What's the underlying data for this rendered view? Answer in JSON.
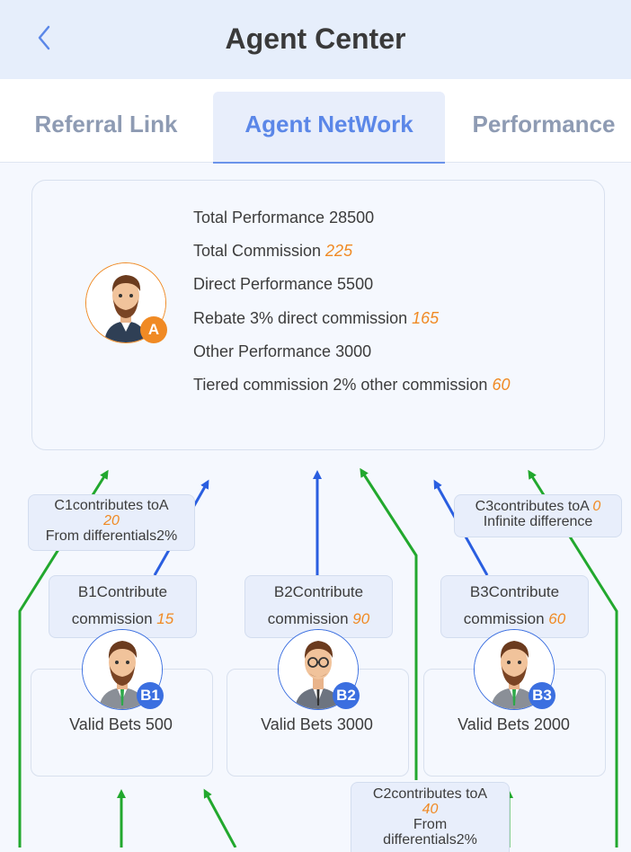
{
  "header": {
    "title": "Agent Center"
  },
  "tabs": [
    {
      "label": "Referral Link"
    },
    {
      "label": "Agent NetWork"
    },
    {
      "label": "Performance"
    }
  ],
  "agent_a": {
    "badge": "A",
    "total_performance": "Total Performance 28500",
    "total_commission_label": "Total Commission ",
    "total_commission_value": "225",
    "direct_performance": "Direct Performance 5500",
    "rebate_label": "Rebate 3% direct commission ",
    "rebate_value": "165",
    "other_performance": "Other Performance 3000",
    "tiered_label": "Tiered commission 2% other commission ",
    "tiered_value": "60"
  },
  "c1": {
    "line1": "C1contributes toA",
    "value": "20",
    "line3": "From differentials2%"
  },
  "c3": {
    "line1": "C3contributes toA ",
    "value": "0",
    "line2": "Infinite difference"
  },
  "c2": {
    "line1": "C2contributes toA",
    "value": "40",
    "line3": "From",
    "line4": "differentials2%"
  },
  "b_nodes": [
    {
      "contrib_line1": "B1Contribute",
      "contrib_line2": "commission ",
      "commission": "15",
      "badge": "B1",
      "valid_bets": "Valid Bets 500"
    },
    {
      "contrib_line1": "B2Contribute",
      "contrib_line2": "commission ",
      "commission": "90",
      "badge": "B2",
      "valid_bets": "Valid Bets 3000"
    },
    {
      "contrib_line1": "B3Contribute",
      "contrib_line2": "commission ",
      "commission": "60",
      "badge": "B3",
      "valid_bets": "Valid Bets 2000"
    }
  ],
  "colors": {
    "accent_blue": "#5b87e8",
    "badge_orange": "#f08a24",
    "badge_blue": "#3b6fe0",
    "arrow_blue": "#2a5ee0",
    "arrow_green": "#22a82e",
    "commission_orange": "#f08a24"
  }
}
